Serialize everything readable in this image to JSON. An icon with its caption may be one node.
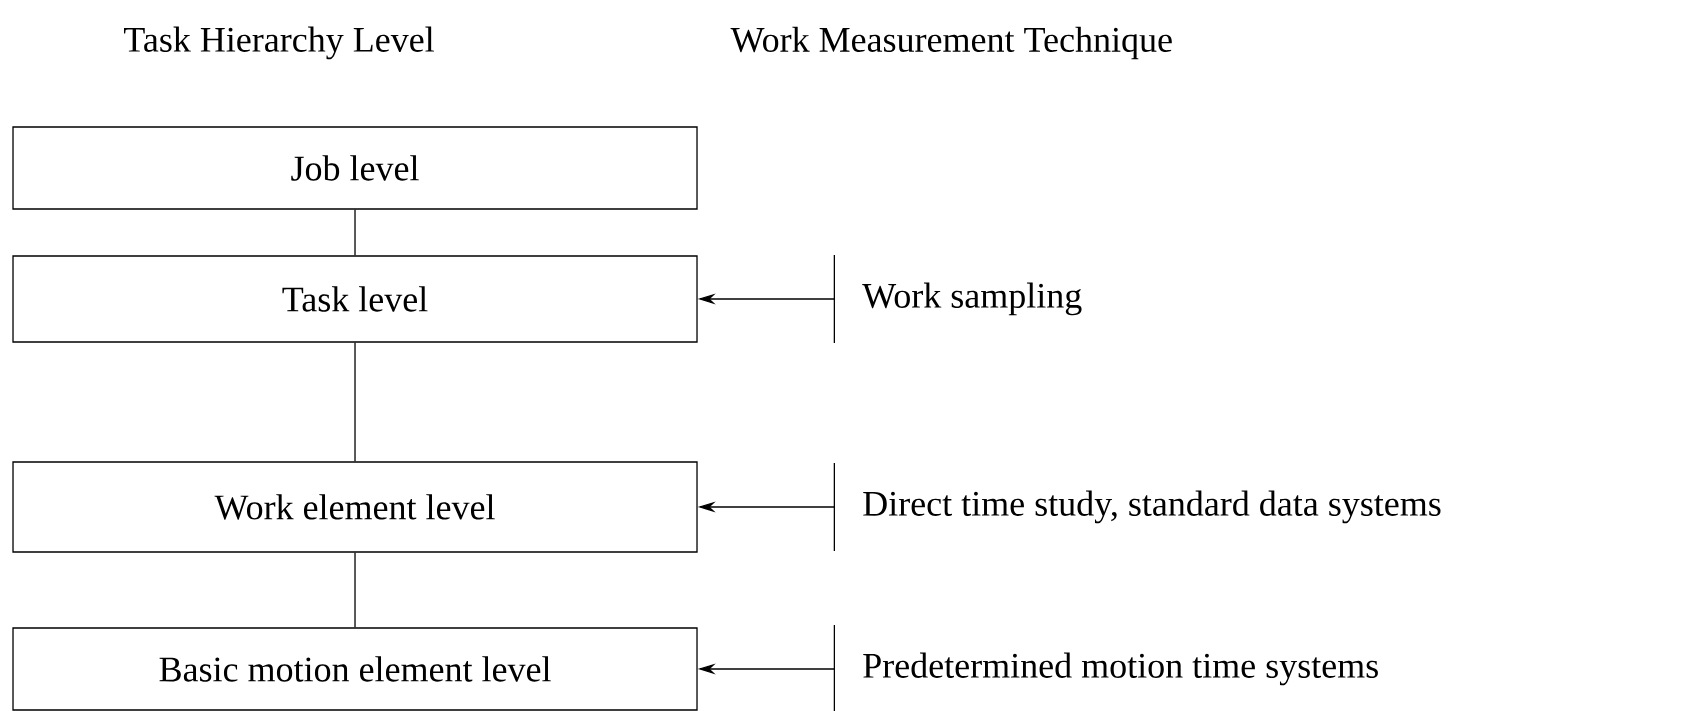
{
  "diagram": {
    "nodes": [
      {
        "text": [
          "Job level"
        ]
      },
      {
        "text": [
          "Task level"
        ]
      },
      {
        "text": [
          "Work element level"
        ]
      },
      {
        "text": [
          "Basic motion element level"
        ]
      },
      {
        "text": [
          "Work sampling"
        ]
      },
      {
        "text": [
          "Direct time study, standard data systems"
        ]
      },
      {
        "text": [
          "Predetermined motion time systems"
        ]
      }
    ],
    "edges": [
      {
        "from": 0,
        "to": 1,
        "arrow": "none"
      },
      {
        "from": 1,
        "to": 2,
        "arrow": "none"
      },
      {
        "from": 2,
        "to": 3,
        "arrow": "none"
      },
      {
        "from": 4,
        "to": 1,
        "arrow": "to"
      },
      {
        "from": 5,
        "to": 2,
        "arrow": "to"
      },
      {
        "from": 6,
        "to": 3,
        "arrow": "to"
      }
    ],
    "labels": [
      "Task Hierarchy Level",
      "Work Measurement Technique"
    ]
  }
}
